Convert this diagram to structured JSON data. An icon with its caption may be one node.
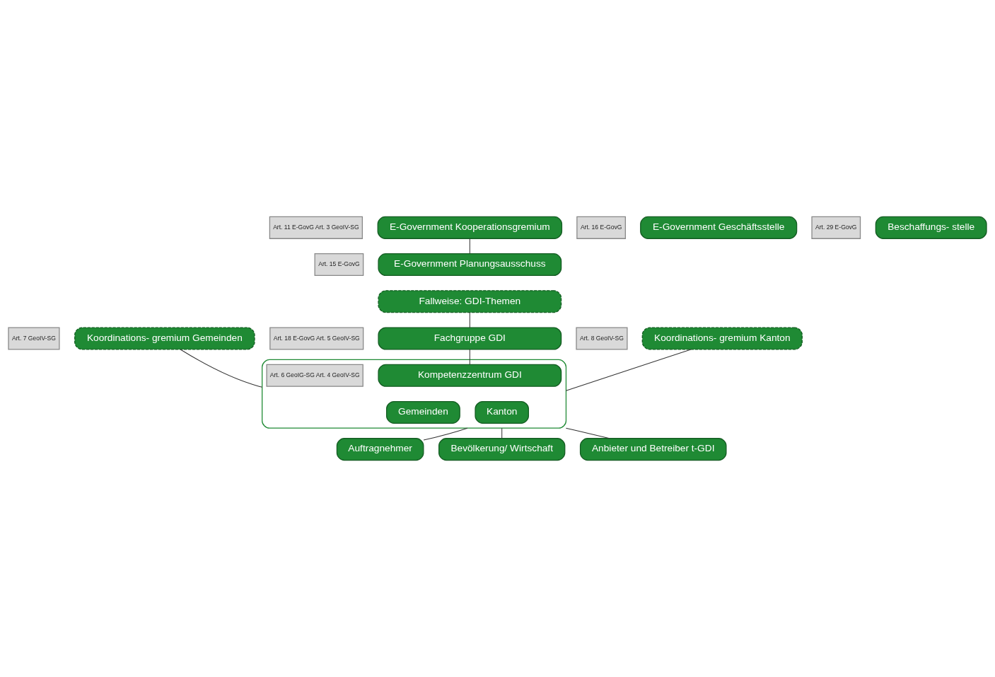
{
  "diagram": {
    "nodes": [
      {
        "text": [
          "E-Government Kooperationsgremium"
        ],
        "beside": [
          "Art. 11 E-GovG Art. 3 GeoIV-SG"
        ]
      },
      {
        "text": [
          "E-Government Planungsausschuss"
        ],
        "beside": [
          "Art. 15 E-GovG"
        ]
      },
      {
        "text": [
          "Fallweise: GDI-Themen"
        ]
      },
      {
        "text": [
          "E-Government Geschäftsstelle"
        ],
        "beside": [
          "Art. 16 E-GovG"
        ]
      },
      {
        "text": [
          "Beschaffungs- stelle"
        ],
        "beside": [
          "Art. 29 E-GovG"
        ]
      },
      {
        "text": [
          "Koordinations- gremium Gemeinden"
        ],
        "beside": [
          "Art. 7 GeoIV-SG"
        ]
      },
      {
        "text": [
          "Fachgruppe GDI"
        ],
        "beside": [
          "Art. 18 E-GovG Art. 5 GeoIV-SG"
        ]
      },
      {
        "text": [
          "Koordinations- gremium Kanton"
        ],
        "beside": [
          "Art. 8 GeoIV-SG"
        ]
      },
      {
        "text": [],
        "shape": "box"
      },
      {
        "text": [
          "Kompetenzzentrum GDI"
        ],
        "in": 8,
        "beside": [
          "Art. 6 GeoIG-SG Art. 4 GeoIV-SG"
        ]
      },
      {
        "text": [
          "Gemeinden"
        ],
        "in": 8
      },
      {
        "text": [
          "Kanton"
        ],
        "in": 8
      },
      {
        "text": [
          "Auftragnehmer"
        ]
      },
      {
        "text": [
          "Bevölkerung/ Wirtschaft"
        ]
      },
      {
        "text": [
          "Anbieter und Betreiber t-GDI"
        ]
      }
    ],
    "edges": [
      {
        "from": 0,
        "to": 1,
        "arrow": "none"
      },
      {
        "from": 2,
        "to": 6,
        "arrow": "none"
      },
      {
        "from": 6,
        "to": 9,
        "arrow": "none"
      },
      {
        "from": 5,
        "to": 8,
        "arrow": "none"
      },
      {
        "from": 7,
        "to": 8,
        "arrow": "none"
      },
      {
        "from": 8,
        "to": 12,
        "arrow": "none"
      },
      {
        "from": 8,
        "to": 13,
        "arrow": "none"
      },
      {
        "from": 8,
        "to": 14,
        "arrow": "none"
      }
    ]
  }
}
